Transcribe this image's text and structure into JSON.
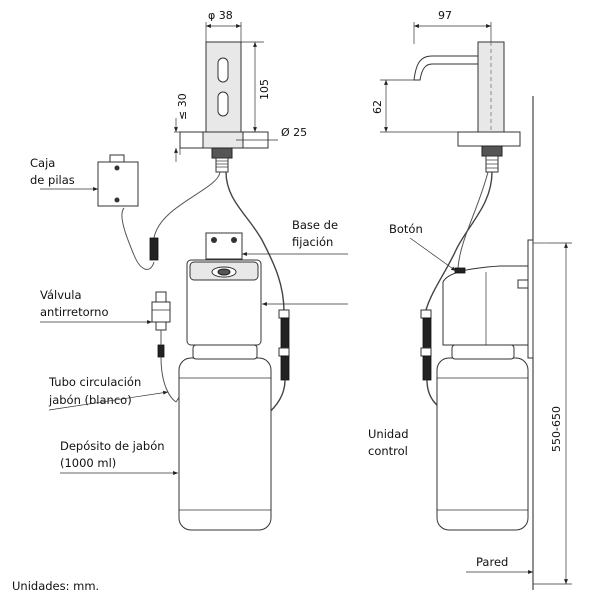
{
  "labels": {
    "battery_box": [
      "Caja",
      "de pilas"
    ],
    "mounting_base": [
      "Base de",
      "fijación"
    ],
    "button": "Botón",
    "check_valve": [
      "Válvula",
      "antirretorno"
    ],
    "circulation_tube": [
      "Tubo circulación",
      "jabón (blanco)"
    ],
    "soap_tank": [
      "Depósito de jabón",
      "(1000 ml)"
    ],
    "control_unit": [
      "Unidad",
      "control"
    ],
    "wall": "Pared",
    "units_note": "Unidades: mm."
  },
  "dimensions": {
    "diameter_38": "φ 38",
    "height_105": "105",
    "max_30": "≤ 30",
    "diameter_25": "Ø 25",
    "reach_97": "97",
    "height_62": "62",
    "mount_height": "550-650"
  }
}
